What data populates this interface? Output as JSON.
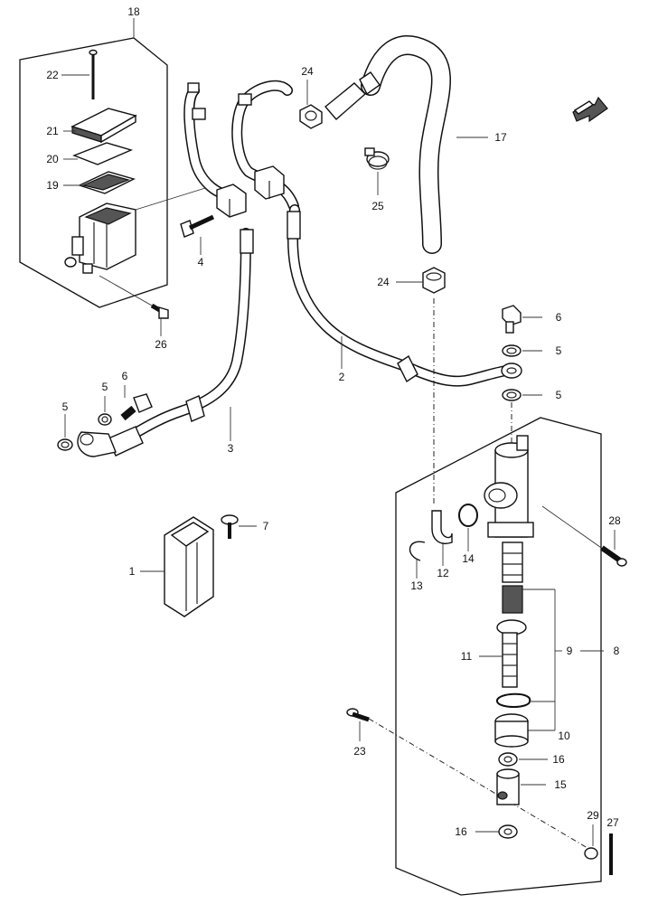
{
  "callouts": [
    {
      "id": "c18a",
      "text": "18"
    },
    {
      "id": "c22",
      "text": "22"
    },
    {
      "id": "c24a",
      "text": "24"
    },
    {
      "id": "c21",
      "text": "21"
    },
    {
      "id": "c20",
      "text": "20"
    },
    {
      "id": "c19",
      "text": "19"
    },
    {
      "id": "c17",
      "text": "17"
    },
    {
      "id": "c25",
      "text": "25"
    },
    {
      "id": "c4",
      "text": "4"
    },
    {
      "id": "c24b",
      "text": "24"
    },
    {
      "id": "c26a",
      "text": "26"
    },
    {
      "id": "c6a",
      "text": "6"
    },
    {
      "id": "c5a",
      "text": "5"
    },
    {
      "id": "c2",
      "text": "2"
    },
    {
      "id": "c5b",
      "text": "5"
    },
    {
      "id": "c6b",
      "text": "6"
    },
    {
      "id": "c5c",
      "text": "5"
    },
    {
      "id": "c5d",
      "text": "5"
    },
    {
      "id": "c3",
      "text": "3"
    },
    {
      "id": "c7",
      "text": "7"
    },
    {
      "id": "c28",
      "text": "28"
    },
    {
      "id": "c1",
      "text": "1"
    },
    {
      "id": "c13",
      "text": "13"
    },
    {
      "id": "c12",
      "text": "12"
    },
    {
      "id": "c14",
      "text": "14"
    },
    {
      "id": "c11",
      "text": "11"
    },
    {
      "id": "c9",
      "text": "9"
    },
    {
      "id": "c8",
      "text": "8"
    },
    {
      "id": "c10",
      "text": "10"
    },
    {
      "id": "c23",
      "text": "23"
    },
    {
      "id": "c16a",
      "text": "16"
    },
    {
      "id": "c15",
      "text": "15"
    },
    {
      "id": "c29",
      "text": "29"
    },
    {
      "id": "c27",
      "text": "27"
    },
    {
      "id": "c16b",
      "text": "16"
    }
  ]
}
